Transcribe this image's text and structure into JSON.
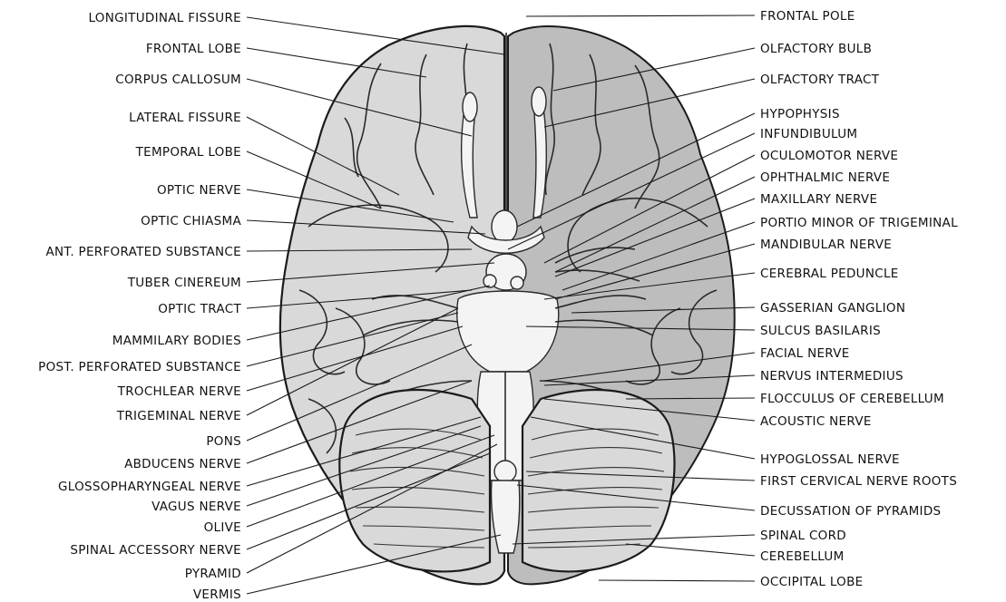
{
  "diagram": {
    "left_labels": [
      "LONGITUDINAL FISSURE",
      "FRONTAL LOBE",
      "CORPUS CALLOSUM",
      "LATERAL FISSURE",
      "TEMPORAL LOBE",
      "OPTIC NERVE",
      "OPTIC CHIASMA",
      "ANT. PERFORATED SUBSTANCE",
      "TUBER CINEREUM",
      "OPTIC TRACT",
      "MAMMILARY BODIES",
      "POST. PERFORATED SUBSTANCE",
      "TROCHLEAR NERVE",
      "TRIGEMINAL NERVE",
      "PONS",
      "ABDUCENS NERVE",
      "GLOSSOPHARYNGEAL NERVE",
      "VAGUS NERVE",
      "OLIVE",
      "SPINAL ACCESSORY NERVE",
      "PYRAMID",
      "VERMIS"
    ],
    "right_labels": [
      "FRONTAL POLE",
      "OLFACTORY BULB",
      "OLFACTORY TRACT",
      "HYPOPHYSIS",
      "INFUNDIBULUM",
      "OCULOMOTOR NERVE",
      "OPHTHALMIC NERVE",
      "MAXILLARY NERVE",
      "PORTIO MINOR OF TRIGEMINAL",
      "MANDIBULAR NERVE",
      "CEREBRAL PEDUNCLE",
      "GASSERIAN GANGLION",
      "SULCUS BASILARIS",
      "FACIAL NERVE",
      "NERVUS INTERMEDIUS",
      "FLOCCULUS OF CEREBELLUM",
      "ACOUSTIC NERVE",
      "HYPOGLOSSAL NERVE",
      "FIRST CERVICAL NERVE ROOTS",
      "DECUSSATION OF PYRAMIDS",
      "SPINAL CORD",
      "CEREBELLUM",
      "OCCIPITAL LOBE"
    ]
  }
}
